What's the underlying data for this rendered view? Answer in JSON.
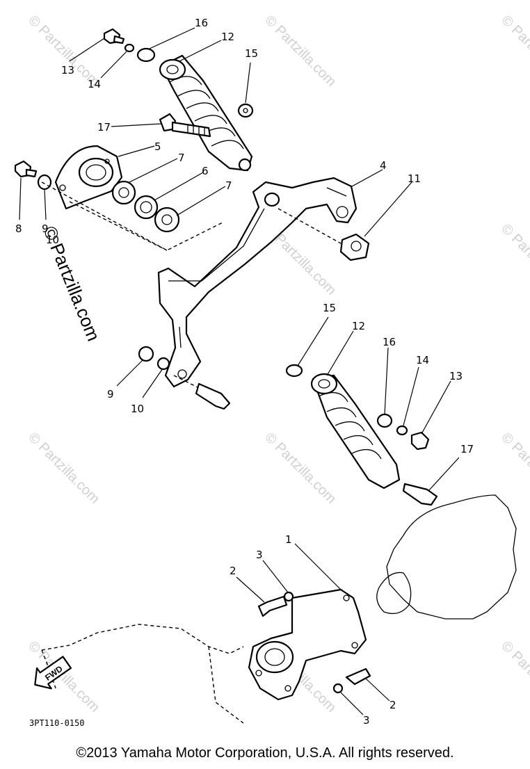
{
  "diagram": {
    "diagram_code": "3PT110-0150",
    "copyright": "©2013  Yamaha Motor Corporation, U.S.A. All rights reserved.",
    "watermark": "© Partzilla.com",
    "fwd_label": "FWD",
    "callouts": [
      "1",
      "2",
      "2",
      "3",
      "3",
      "4",
      "5",
      "6",
      "7",
      "7",
      "8",
      "9",
      "9",
      "10",
      "10",
      "11",
      "12",
      "12",
      "13",
      "13",
      "14",
      "14",
      "15",
      "15",
      "16",
      "16",
      "17",
      "17"
    ]
  }
}
